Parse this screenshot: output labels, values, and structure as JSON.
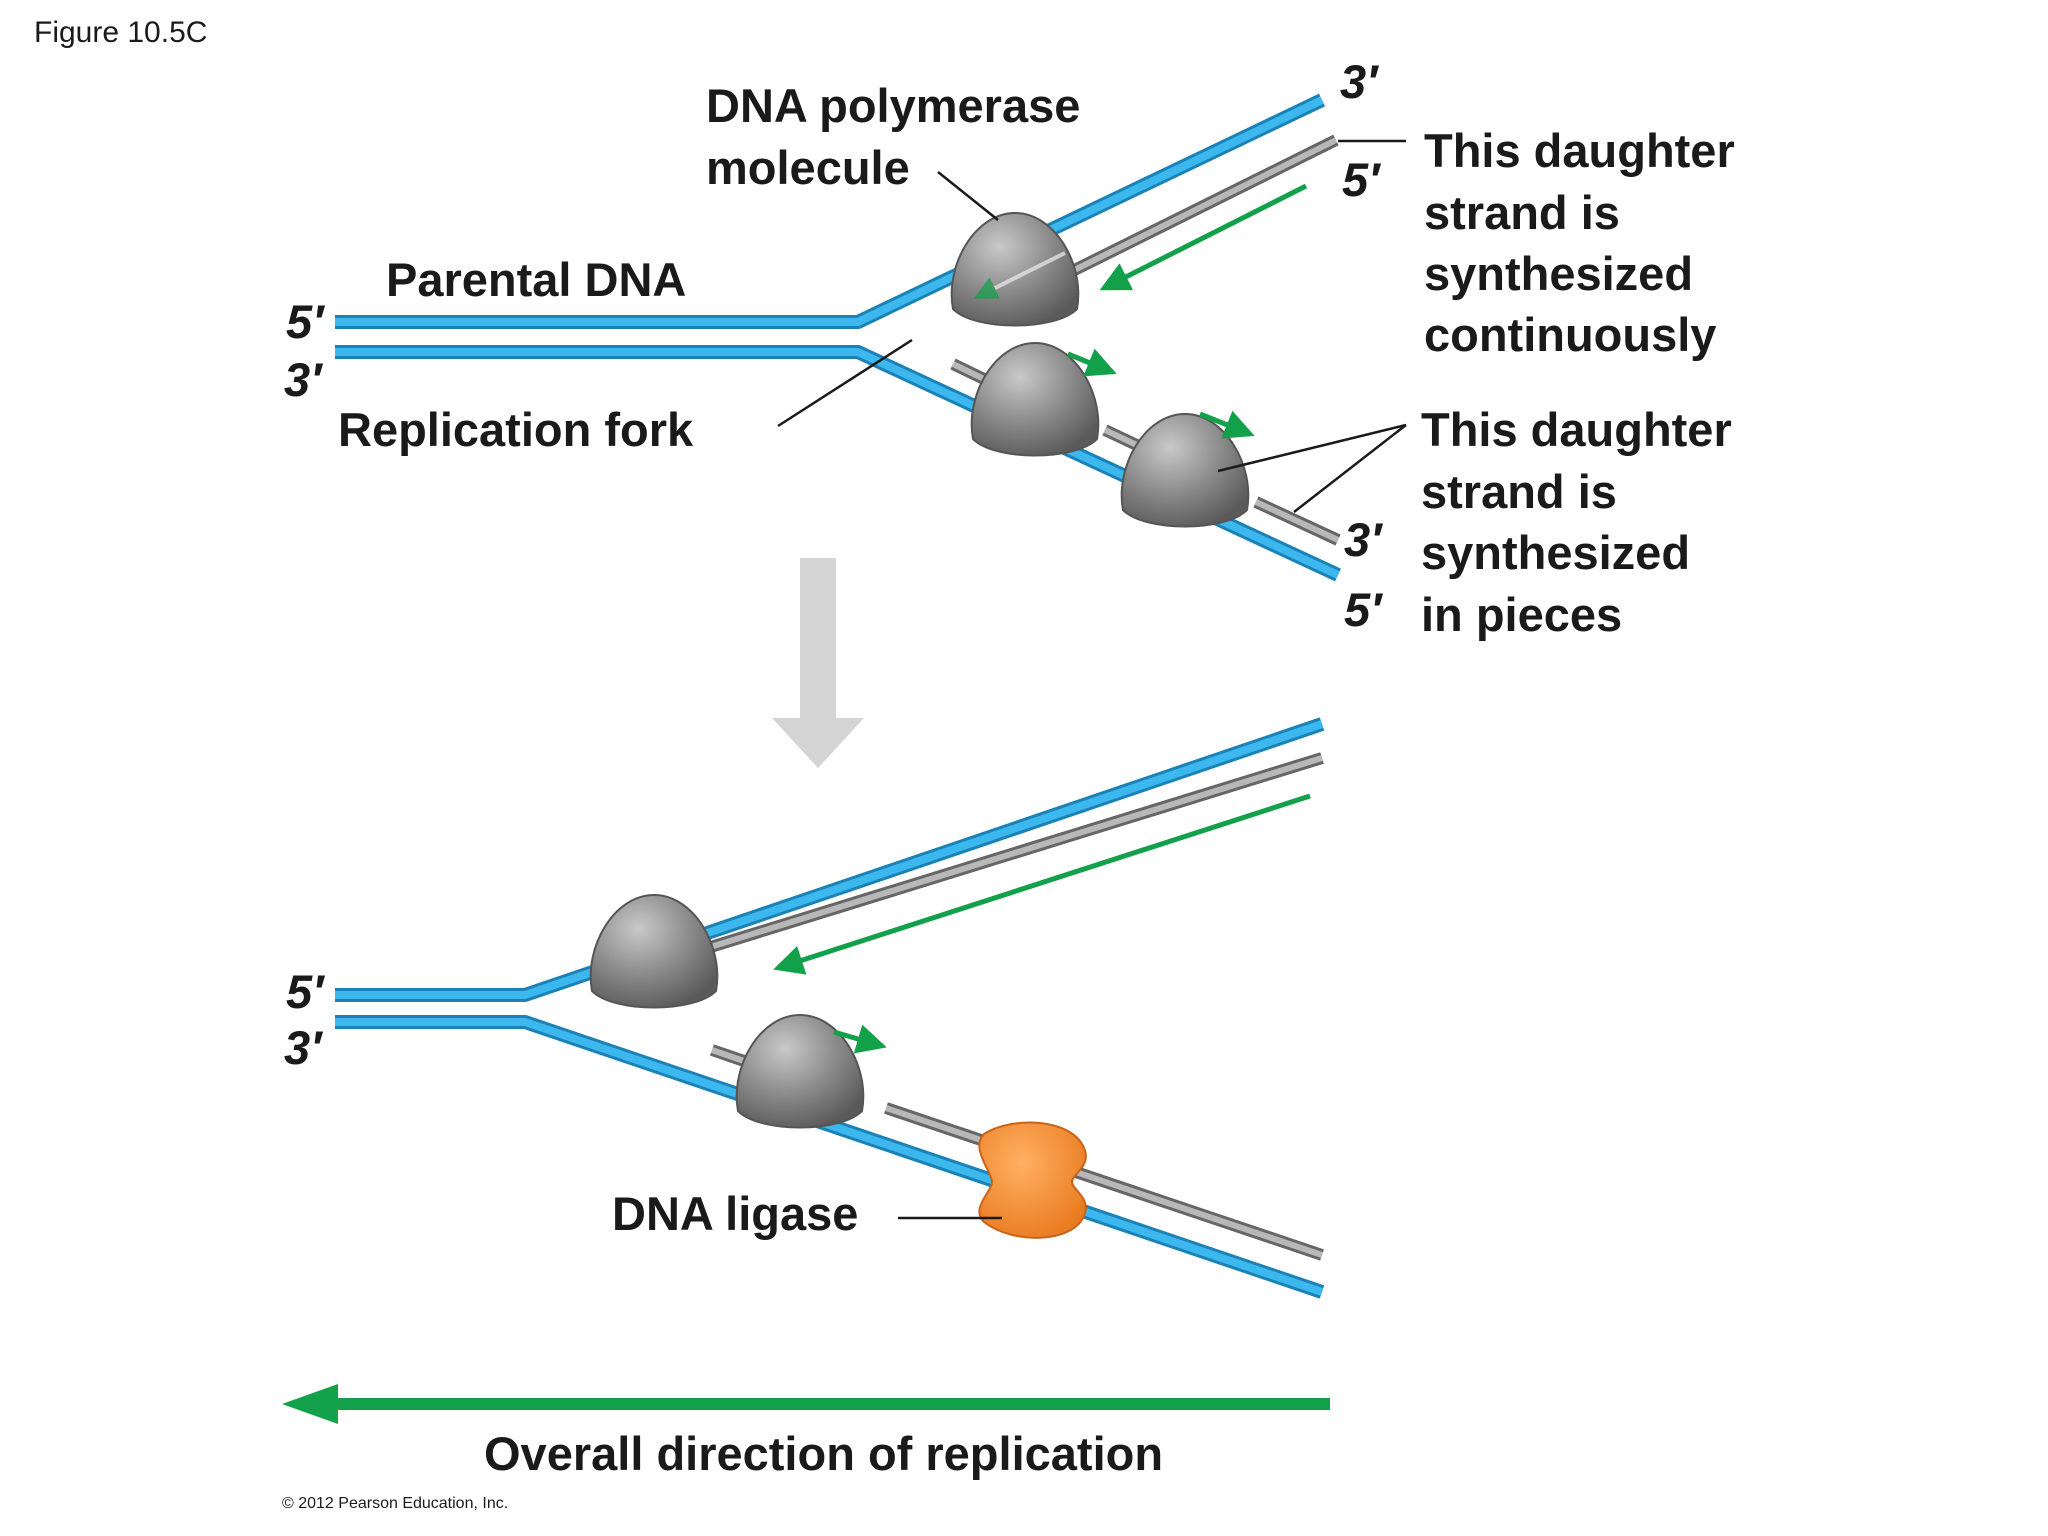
{
  "figure_id": "Figure 10.5C",
  "labels": {
    "polymerase_line1": "DNA polymerase",
    "polymerase_line2": "molecule",
    "parental_dna": "Parental DNA",
    "replication_fork": "Replication fork",
    "continuous": [
      "This daughter",
      "strand is",
      "synthesized",
      "continuously"
    ],
    "pieces": [
      "This daughter",
      "strand is",
      "synthesized",
      "in pieces"
    ],
    "ligase": "DNA ligase",
    "overall_direction": "Overall direction of replication",
    "copyright": "© 2012 Pearson Education, Inc."
  },
  "ends": {
    "top_left_5": "5′",
    "top_left_3": "3′",
    "top_right_upper_3": "3′",
    "top_right_upper_5": "5′",
    "top_right_lower_3": "3′",
    "top_right_lower_5": "5′",
    "bottom_left_5": "5′",
    "bottom_left_3": "3′"
  },
  "colors": {
    "parental_strand": "#29a8e0",
    "daughter_strand": "#8e8e8e",
    "direction_arrow": "#12a04a",
    "polymerase": "#8a8a8a",
    "ligase": "#f0892a",
    "transition_arrow": "#d4d4d4"
  }
}
